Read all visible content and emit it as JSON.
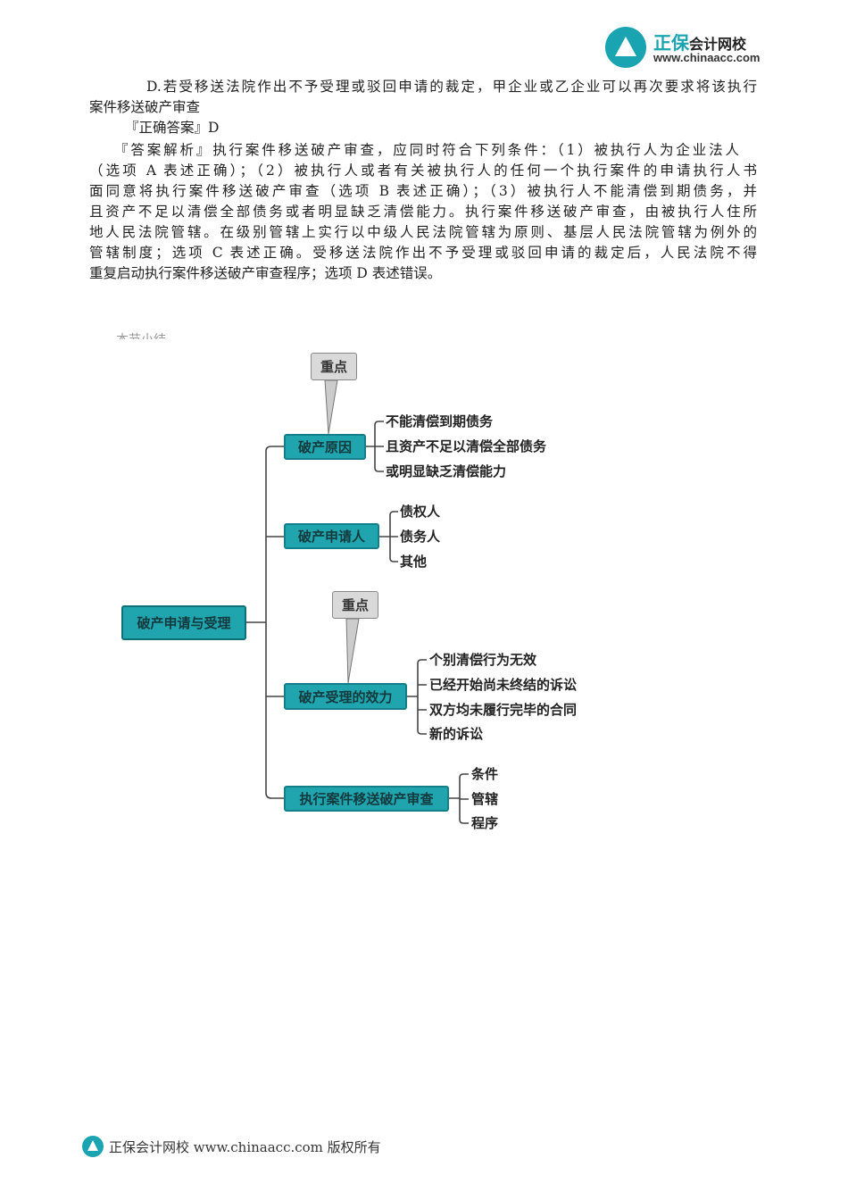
{
  "header": {
    "logo_name": "正保",
    "logo_sub": "会计网校",
    "logo_url": "www.chinaacc.com"
  },
  "body": {
    "option_d": [
      "D.若受移送法院作出不予受理或驳回申请的裁定，甲企业或乙企业可以再次要求将该执行",
      "案件移送破产审查"
    ],
    "answer": "『正确答案』D",
    "analysis": [
      "『答案解析』执行案件移送破产审查，应同时符合下列条件：（1）被执行人为企业法人",
      "（选项 A 表述正确）；（2）被执行人或者有关被执行人的任何一个执行案件的申请执行人书",
      "面同意将执行案件移送破产审查（选项 B 表述正确）；（3）被执行人不能清偿到期债务，并",
      "且资产不足以清偿全部债务或者明显缺乏清偿能力。执行案件移送破产审查，由被执行人住所",
      "地人民法院管辖。在级别管辖上实行以中级人民法院管辖为原则、基层人民法院管辖为例外的",
      "管辖制度；选项 C 表述正确。受移送法院作出不予受理或驳回申请的裁定后，人民法院不得",
      "重复启动执行案件移送破产审查程序；选项 D 表述错误。"
    ],
    "section_heading": "本节小结"
  },
  "mindmap": {
    "root": "破产申请与受理",
    "callout": "重点",
    "branches": [
      {
        "label": "破产原因",
        "children": [
          "不能清偿到期债务",
          "且资产不足以清偿全部债务",
          "或明显缺乏清偿能力"
        ]
      },
      {
        "label": "破产申请人",
        "children": [
          "债权人",
          "债务人",
          "其他"
        ]
      },
      {
        "label": "破产受理的效力",
        "children": [
          "个别清偿行为无效",
          "已经开始尚未终结的诉讼",
          "双方均未履行完毕的合同",
          "新的诉讼"
        ]
      },
      {
        "label": "执行案件移送破产审查",
        "children": [
          "条件",
          "管辖",
          "程序"
        ]
      }
    ],
    "colors": {
      "node": "#20a4ae",
      "callout": "#d9d9d9"
    }
  },
  "footer": {
    "text": "正保会计网校 www.chinaacc.com 版权所有"
  }
}
